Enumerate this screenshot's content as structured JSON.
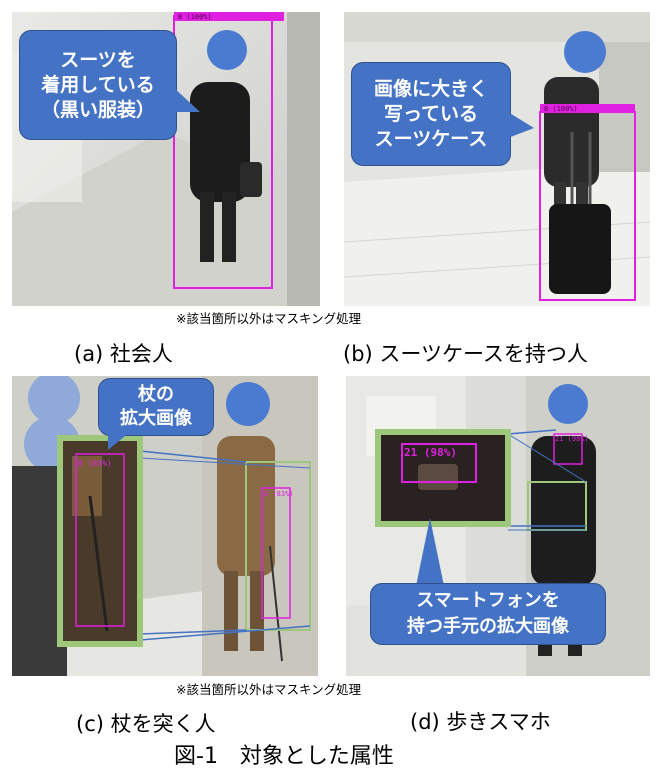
{
  "panels": {
    "a": {
      "callout": [
        "スーツを",
        "着用している",
        "（黒い服装）"
      ],
      "detection_label": "8 (100%)",
      "caption": "(a) 社会人"
    },
    "b": {
      "callout": [
        "画像に大きく",
        "写っている",
        "スーツケース"
      ],
      "detection_label": "8 (100%)",
      "caption": "(b) スーツケースを持つ人"
    },
    "c": {
      "callout": [
        "杖の",
        "拡大画像"
      ],
      "detection_label_zoom": "8 (83%)",
      "detection_label": "8 (83%)",
      "caption": "(c) 杖を突く人"
    },
    "d": {
      "callout": [
        "スマートフォンを",
        "持つ手元の拡大画像"
      ],
      "detection_label_zoom": "21 (98%)",
      "detection_label": "21 (98%)",
      "caption": "(d) 歩きスマホ"
    }
  },
  "mask_note_top": "※該当箇所以外はマスキング処理",
  "mask_note_bottom": "※該当箇所以外はマスキング処理",
  "figure_title": "図-1　対象とした属性",
  "colors": {
    "callout_fill": "#4472c4",
    "detection_box": "#e020e0",
    "zoom_frame": "#9dc77a",
    "face_mask": "#4a7bd0"
  }
}
